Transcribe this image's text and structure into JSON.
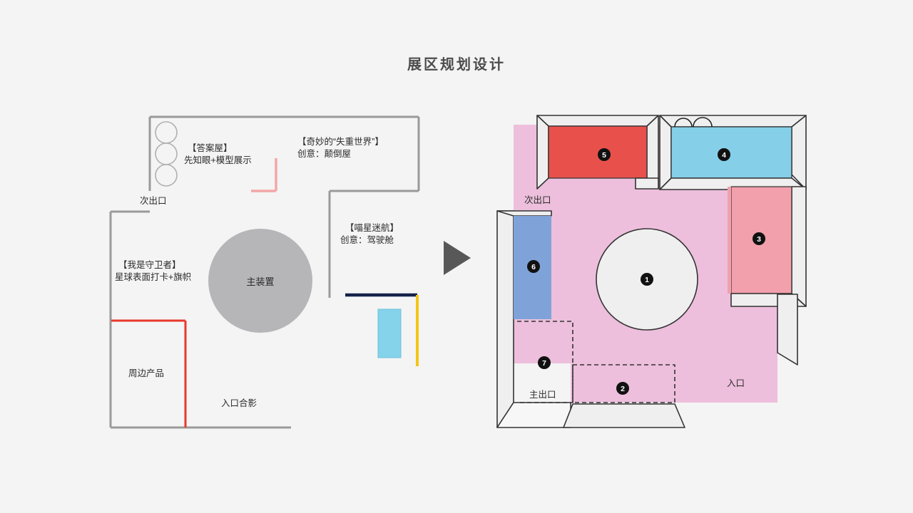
{
  "page": {
    "title": "展区规划设计",
    "background_color": "#f4f4f4"
  },
  "transition": {
    "arrow_icon": "right-triangle-arrow",
    "color": "#585858"
  },
  "left_plan": {
    "name": "平面草图",
    "zones": [
      {
        "id": "answer-house",
        "title": "【答案屋】",
        "subtitle": "先知眼+模型展示"
      },
      {
        "id": "weightless-world",
        "title": "【奇妙的“失重世界”】",
        "subtitle": "创意：颠倒屋"
      },
      {
        "id": "cat-star-voyage",
        "title": "【喵星迷航】",
        "subtitle": "创意：驾驶舱"
      },
      {
        "id": "i-am-guardian",
        "title": "【我是守卫者】",
        "subtitle": "星球表面打卡+旗帜"
      }
    ],
    "plain_labels": [
      {
        "id": "secondary-exit",
        "text": "次出口"
      },
      {
        "id": "peripheral-products",
        "text": "周边产品"
      },
      {
        "id": "entrance-photo",
        "text": "入口合影"
      }
    ],
    "main_device": {
      "text": "主装置",
      "color": "#b6b6b9"
    },
    "accent_colors": {
      "wall_gray": "#9a9a9a",
      "pink_wall": "#f4a6a6",
      "red_wall": "#e8392a",
      "navy_bar": "#14214a",
      "yellow_bar": "#f5c518",
      "cyan_block": "#84d3ea"
    }
  },
  "right_plan": {
    "name": "三维展区平面",
    "floor_color": "#edbfdc",
    "wall_face": "#efefef",
    "wall_edge": "#333333",
    "markers": [
      {
        "num": "1",
        "name": "main-installation",
        "color": "#efefef"
      },
      {
        "num": "2",
        "name": "entrance-photo-area",
        "color": "#edbfdc"
      },
      {
        "num": "3",
        "name": "guardian-area",
        "color": "#f2a0ac"
      },
      {
        "num": "4",
        "name": "cat-voyage-area",
        "color": "#85d0e8"
      },
      {
        "num": "5",
        "name": "weightless-world-area",
        "color": "#e8514b"
      },
      {
        "num": "6",
        "name": "peripheral-products-area",
        "color": "#7fa3d8"
      },
      {
        "num": "7",
        "name": "main-exit-area",
        "color": "#edbfdc"
      }
    ],
    "labels": [
      {
        "id": "secondary-exit",
        "text": "次出口"
      },
      {
        "id": "main-exit",
        "text": "主出口"
      },
      {
        "id": "entrance",
        "text": "入口"
      }
    ]
  }
}
